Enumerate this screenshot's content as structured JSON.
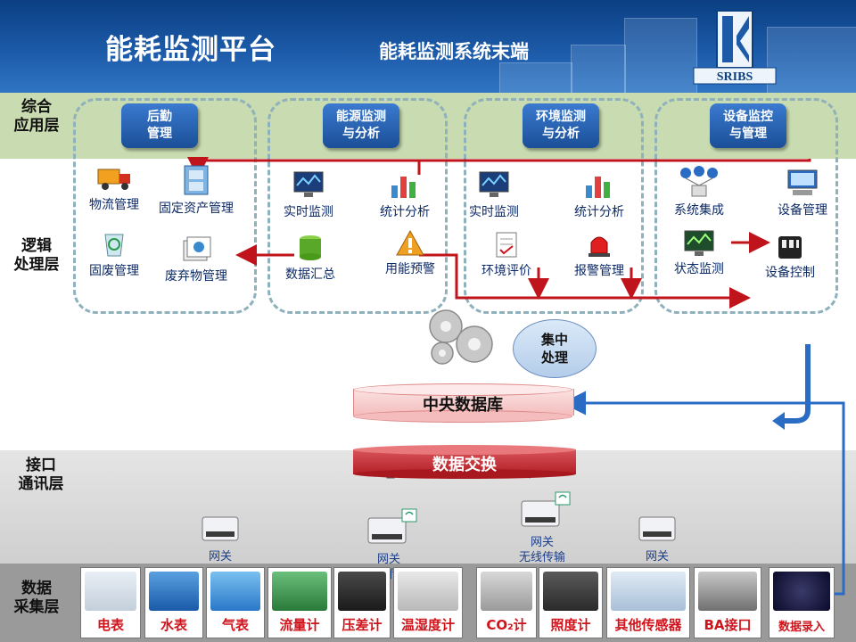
{
  "header": {
    "title": "能耗监测平台",
    "subtitle": "能耗监测系统末端",
    "logo_text": "SRIBS"
  },
  "layers": {
    "app": "综合\n应用层",
    "logic": "逻辑\n处理层",
    "iface": "接口\n通讯层",
    "data": "数据\n采集层"
  },
  "modules": [
    {
      "title": "后勤\n管理",
      "items": [
        "物流管理",
        "固定资产管理",
        "固废管理",
        "废弃物管理"
      ]
    },
    {
      "title": "能源监测\n与分析",
      "items": [
        "实时监测",
        "统计分析",
        "数据汇总",
        "用能预警"
      ]
    },
    {
      "title": "环境监测\n与分析",
      "items": [
        "实时监测",
        "统计分析",
        "环境评价",
        "报警管理"
      ]
    },
    {
      "title": "设备监控\n与管理",
      "items": [
        "系统集成",
        "设备管理",
        "状态监测",
        "设备控制"
      ]
    }
  ],
  "processing": {
    "bubble": "集中\n处理"
  },
  "central_db": "中央数据库",
  "exchange": "数据交换",
  "gateways": [
    {
      "label": "网关"
    },
    {
      "label": "网关\n无线传输"
    },
    {
      "label": "网关\n无线传输"
    },
    {
      "label": "网关"
    }
  ],
  "sensors": [
    "电表",
    "水表",
    "气表",
    "流量计",
    "压差计",
    "温湿度计",
    "CO₂计",
    "照度计",
    "其他传感器",
    "BA接口",
    "数据录入"
  ],
  "colors": {
    "accent": "#1c5aa8",
    "arrow_red": "#c0141c",
    "arrow_blue": "#2a6cc4",
    "sensor_label": "#d0141c"
  }
}
